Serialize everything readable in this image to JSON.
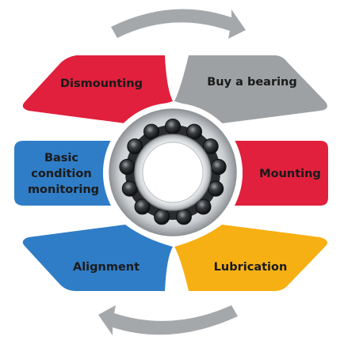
{
  "diagram": {
    "segments": [
      {
        "id": "dismounting",
        "label": "Dismounting",
        "color": "#e0203c",
        "text_color": "#1a1a1a"
      },
      {
        "id": "buy",
        "label": "Buy a bearing",
        "color": "#9ea1a3",
        "text_color": "#1a1a1a"
      },
      {
        "id": "mounting",
        "label": "Mounting",
        "color": "#e0203c",
        "text_color": "#1a1a1a"
      },
      {
        "id": "lubrication",
        "label": "Lubrication",
        "color": "#f6b014",
        "text_color": "#1a1a1a"
      },
      {
        "id": "alignment",
        "label": "Alignment",
        "color": "#2f7dc6",
        "text_color": "#1a1a1a"
      },
      {
        "id": "condition",
        "label_lines": [
          "Basic",
          "condition",
          "monitoring"
        ],
        "color": "#2f7dc6",
        "text_color": "#1a1a1a"
      }
    ],
    "arrow_color": "#a5a8ab",
    "bearing": {
      "outer_color": "#cfd3d6",
      "ball_color": "#2b2d2f",
      "inner_hole_color": "#ffffff"
    }
  }
}
